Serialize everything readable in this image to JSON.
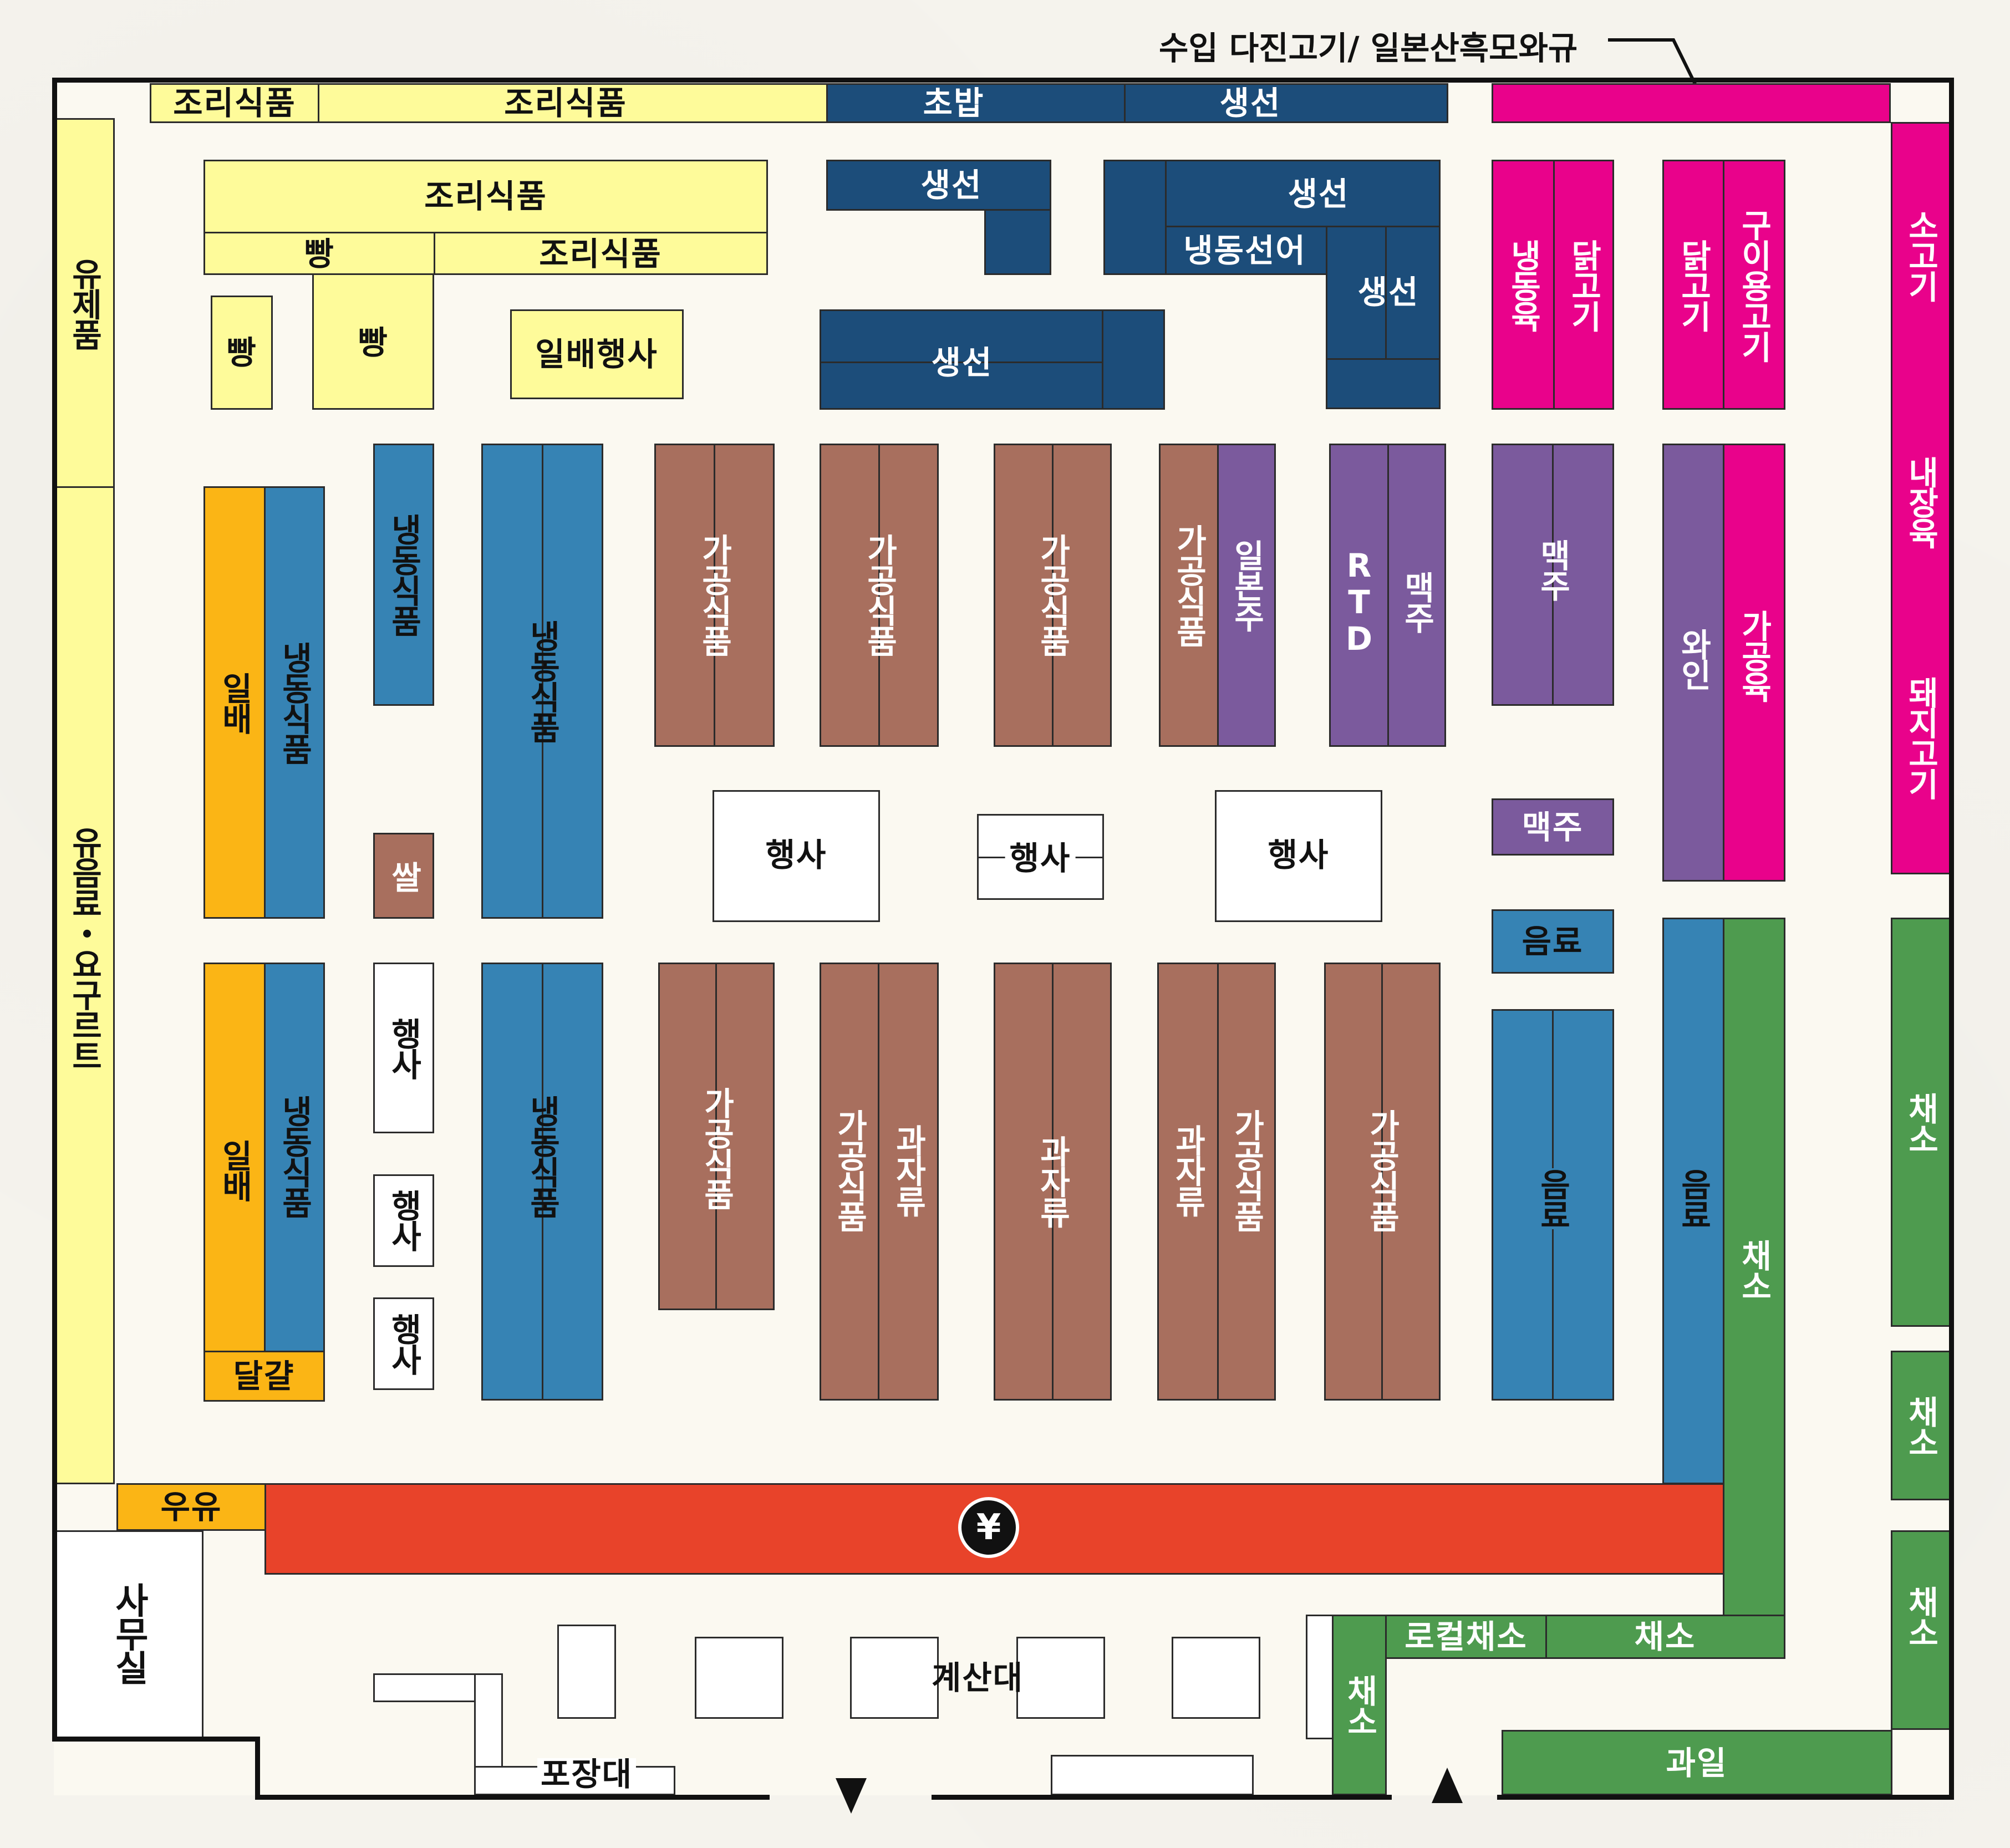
{
  "title_note": "수입 다진고기/ 일본산흑모와규",
  "labels": {
    "prepared_food": "조리식품",
    "sushi": "초밥",
    "fish": "생선",
    "frozen_fish": "냉동선어",
    "bread": "빵",
    "japan_event": "일배행사",
    "dairy": "유제품",
    "milk_drinks": "유음료・요구르트",
    "japan_daily": "일배",
    "frozen_food": "냉동식품",
    "rice": "쌀",
    "event": "행사",
    "eggs": "달걀",
    "milk": "우유",
    "processed_food": "가공식품",
    "snacks": "과자류",
    "sake": "일본주",
    "rtd": "RTD",
    "beer": "맥주",
    "wine": "와인",
    "processed_meat": "가공육",
    "frozen_meat": "냉동육",
    "chicken": "닭고기",
    "bbq_meat": "구이용고기",
    "beef": "소고기",
    "offal": "내장육",
    "pork": "돼지고기",
    "drinks": "음료",
    "vegetables": "채소",
    "local_veg": "로컬채소",
    "fruit": "과일",
    "office": "사무실",
    "checkout": "계산대",
    "packing": "포장대",
    "register_symbol": "¥"
  },
  "colors": {
    "prepared": "#fefb9a",
    "seafood": "#1c4d7a",
    "meat": "#e9028b",
    "processed": "#a86f5e",
    "alcohol": "#7b5a9d",
    "frozen": "#3683b4",
    "daily": "#fbb515",
    "register": "#e8432a",
    "produce": "#4e9b4f"
  },
  "icons": [
    "yen-icon",
    "entrance-arrow-down-icon",
    "entrance-arrow-up-icon"
  ]
}
